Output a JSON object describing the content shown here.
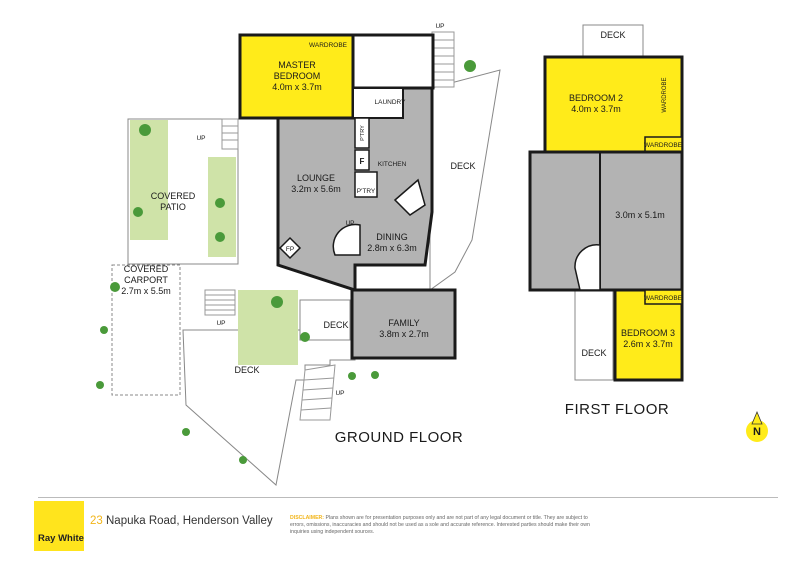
{
  "floor_labels": {
    "ground": "GROUND FLOOR",
    "first": "FIRST FLOOR"
  },
  "rooms": {
    "master_bedroom": {
      "name_line1": "MASTER",
      "name_line2": "BEDROOM",
      "dims": "4.0m x 3.7m"
    },
    "wardrobe_master": "WARDROBE",
    "laundry": "LAUNDRY",
    "pantry": "P'TRY",
    "fridge": "F",
    "kitchen": "KITCHEN",
    "lounge": {
      "name": "LOUNGE",
      "dims": "3.2m x 5.6m"
    },
    "dining": {
      "name": "DINING",
      "dims": "2.8m x 6.3m"
    },
    "fireplace": "FP",
    "family": {
      "name": "FAMILY",
      "dims": "3.8m x 2.7m"
    },
    "covered_patio": {
      "line1": "COVERED",
      "line2": "PATIO"
    },
    "covered_carport": {
      "line1": "COVERED",
      "line2": "CARPORT",
      "dims": "2.7m x 5.5m"
    },
    "deck_right": "DECK",
    "deck_lower": "DECK",
    "deck_family": "DECK",
    "bedroom2": {
      "name": "BEDROOM 2",
      "dims": "4.0m x 3.7m"
    },
    "wardrobe_bed2_side": "WARDROBE",
    "wardrobe_bed2": "WARDROBE",
    "upper_living": {
      "dims": "3.0m x 5.1m"
    },
    "bedroom3": {
      "name": "BEDROOM 3",
      "dims": "2.6m x 3.7m"
    },
    "wardrobe_bed3": "WARDROBE",
    "deck_first_top": "DECK",
    "deck_first_bottom": "DECK"
  },
  "stairs": {
    "up": "UP"
  },
  "compass": {
    "letter": "N"
  },
  "footer": {
    "brand": "Ray White",
    "address_number": "23",
    "address_rest": " Napuka Road, Henderson Valley",
    "disclaimer_label": "DISCLAIMER:",
    "disclaimer_text": " Plans shown are for presentation purposes only and are not part of any legal document or title. They are subject to errors, omissions, inaccuracies and should not be used as a sole and accurate reference. Interested parties should make their own inquiries using independent sources."
  },
  "colors": {
    "highlight": "#ffeb1a",
    "floor": "#b3b3b3",
    "wall": "#1a1a1a",
    "garden": "#cfe3a8",
    "deck": "#ffffff"
  }
}
